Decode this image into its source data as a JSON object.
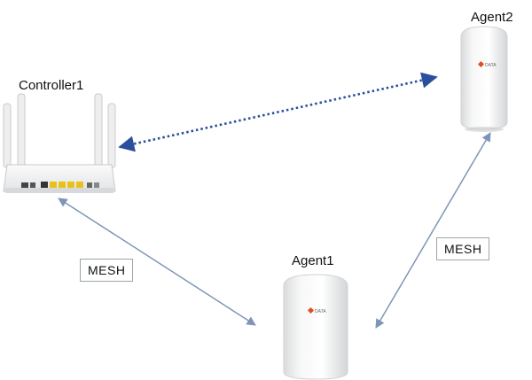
{
  "nodes": {
    "controller": {
      "label": "Controller1"
    },
    "agent1": {
      "label": "Agent1",
      "brand": "DATA"
    },
    "agent2": {
      "label": "Agent2",
      "brand": "DATA"
    }
  },
  "links": {
    "controller_agent1": {
      "label": "MESH",
      "style": "solid"
    },
    "agent1_agent2": {
      "label": "MESH",
      "style": "solid"
    },
    "controller_agent2": {
      "style": "dotted"
    }
  },
  "colors": {
    "solid_link": "#7f95b8",
    "dotted_link": "#2b4f9c",
    "label_border": "#9aa6a8",
    "brand_accent": "#e04e1e"
  }
}
